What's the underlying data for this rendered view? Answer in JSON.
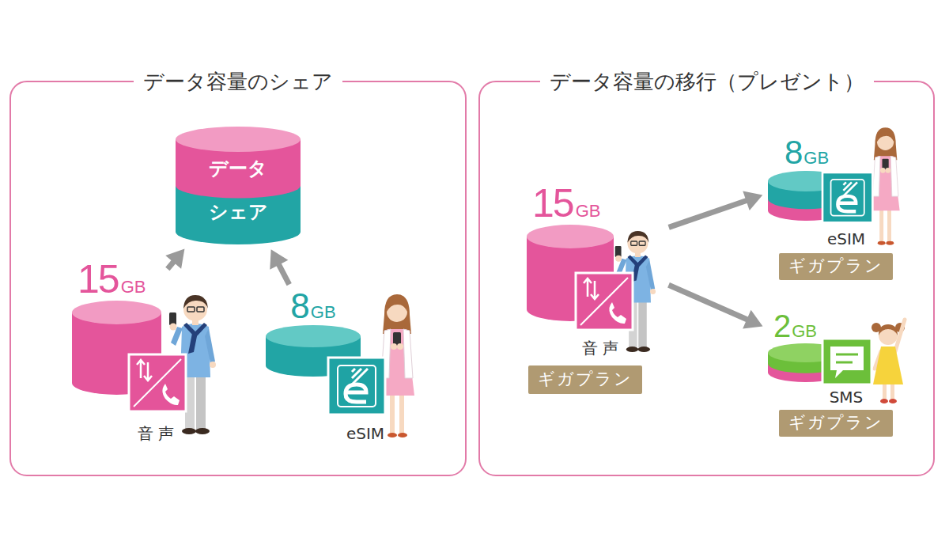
{
  "diagram": {
    "nodes": [
      {
        "text": [
          "データ容量のシェア"
        ]
      },
      {
        "text": [
          "データ",
          "シェア"
        ],
        "in": 0
      },
      {
        "text": [
          "15",
          "GB"
        ],
        "in": 0
      },
      {
        "text": [
          "8",
          "GB"
        ],
        "in": 0
      },
      {
        "text": [
          "データ容量の移行（プレゼント）"
        ]
      },
      {
        "text": [
          "15",
          "GB"
        ],
        "in": 4
      },
      {
        "text": [
          "ギガプラン"
        ],
        "in": 4
      },
      {
        "text": [
          "8",
          "GB"
        ],
        "in": 4
      },
      {
        "text": [
          "ギガプラン"
        ],
        "in": 4
      },
      {
        "text": [
          "2",
          "GB"
        ],
        "in": 4
      },
      {
        "text": [
          "ギガプラン"
        ],
        "in": 4
      }
    ],
    "edges": [
      {
        "from": 2,
        "to": 1,
        "arrow": "to"
      },
      {
        "from": 3,
        "to": 1,
        "arrow": "to"
      },
      {
        "from": 5,
        "to": 7,
        "arrow": "to"
      },
      {
        "from": 5,
        "to": 9,
        "arrow": "to"
      }
    ],
    "labels": [
      "音声",
      "eSIM",
      "音声",
      "eSIM",
      "SMS"
    ]
  }
}
